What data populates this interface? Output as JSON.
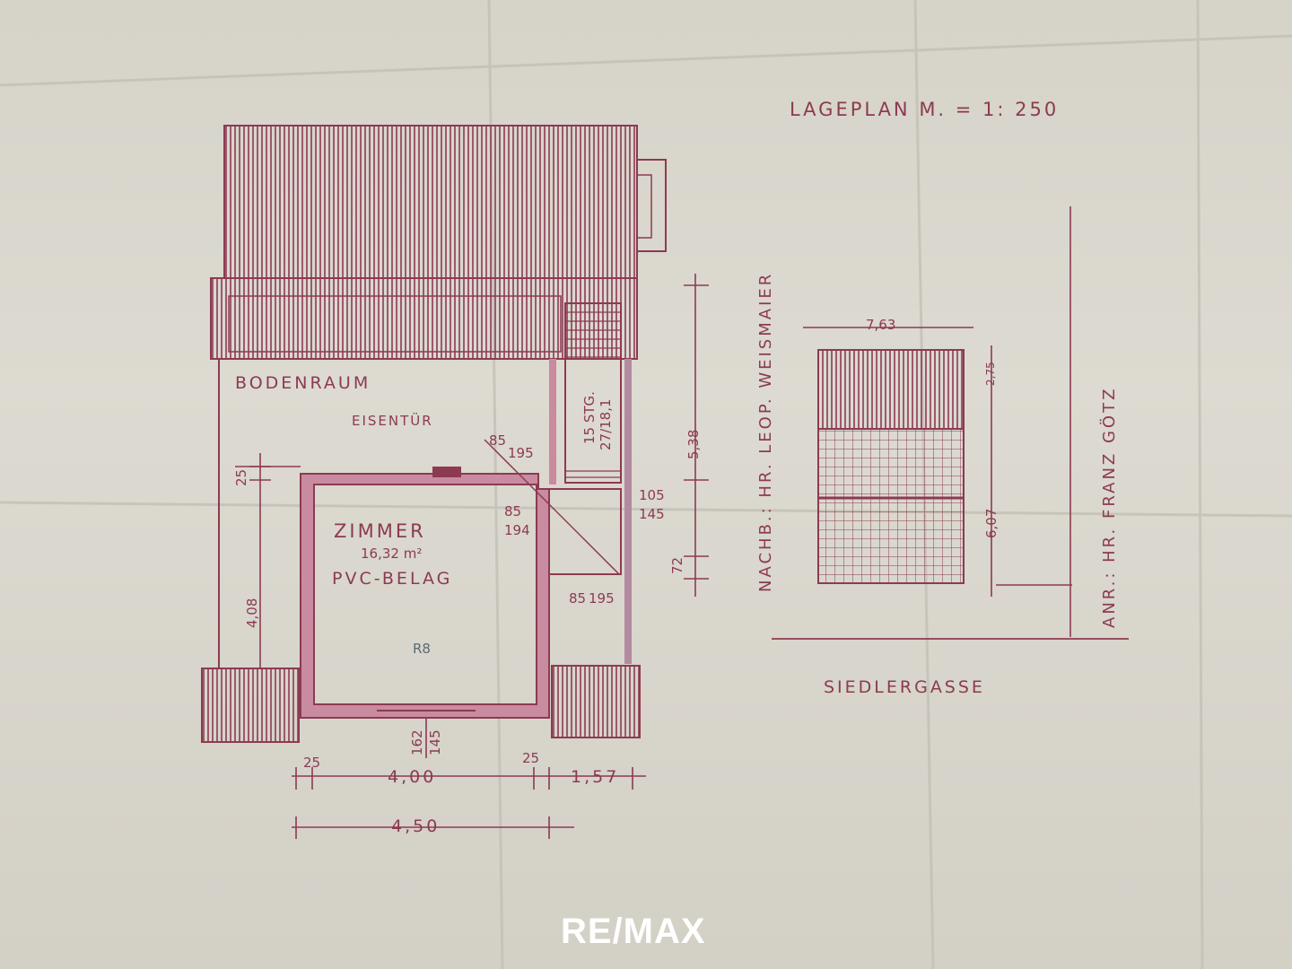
{
  "plan": {
    "title": "LAGEPLAN M. = 1: 250",
    "rooms": {
      "attic": "BODENRAUM",
      "iron_door": "EISENTÜR",
      "room_name": "ZIMMER",
      "room_area": "16,32 m²",
      "room_floor": "PVC-BELAG",
      "pencil_note": "R8"
    },
    "neighbors": {
      "left": "NACHB.: HR. LEOP. WEISMAIER",
      "right": "ANR.: HR. FRANZ GÖTZ"
    },
    "street": "SIEDLERGASSE",
    "dimensions": {
      "height_total": "5,38",
      "wall_25": "25",
      "height_room": "4,08",
      "door_85a": "85",
      "door_195a": "195",
      "stair_15": "15 STG.",
      "stair_27": "27/18,1",
      "d_105": "105",
      "d_145": "145",
      "d_85b": "85",
      "d_194": "194",
      "d_72": "72",
      "d_85c": "85",
      "d_195b": "195",
      "win_162": "162",
      "win_145": "145",
      "bot_25a": "25",
      "bot_25b": "25",
      "width_inner": "4,00",
      "width_stair": "1,57",
      "width_total": "4,50",
      "site_width": "7,63",
      "site_275": "2,75",
      "site_607": "6,07"
    }
  },
  "brand": {
    "logo_text": "RE/MAX"
  },
  "colors": {
    "ink": "#8c3a52",
    "paper": "#d9d6cc",
    "logo": "#ffffff"
  }
}
